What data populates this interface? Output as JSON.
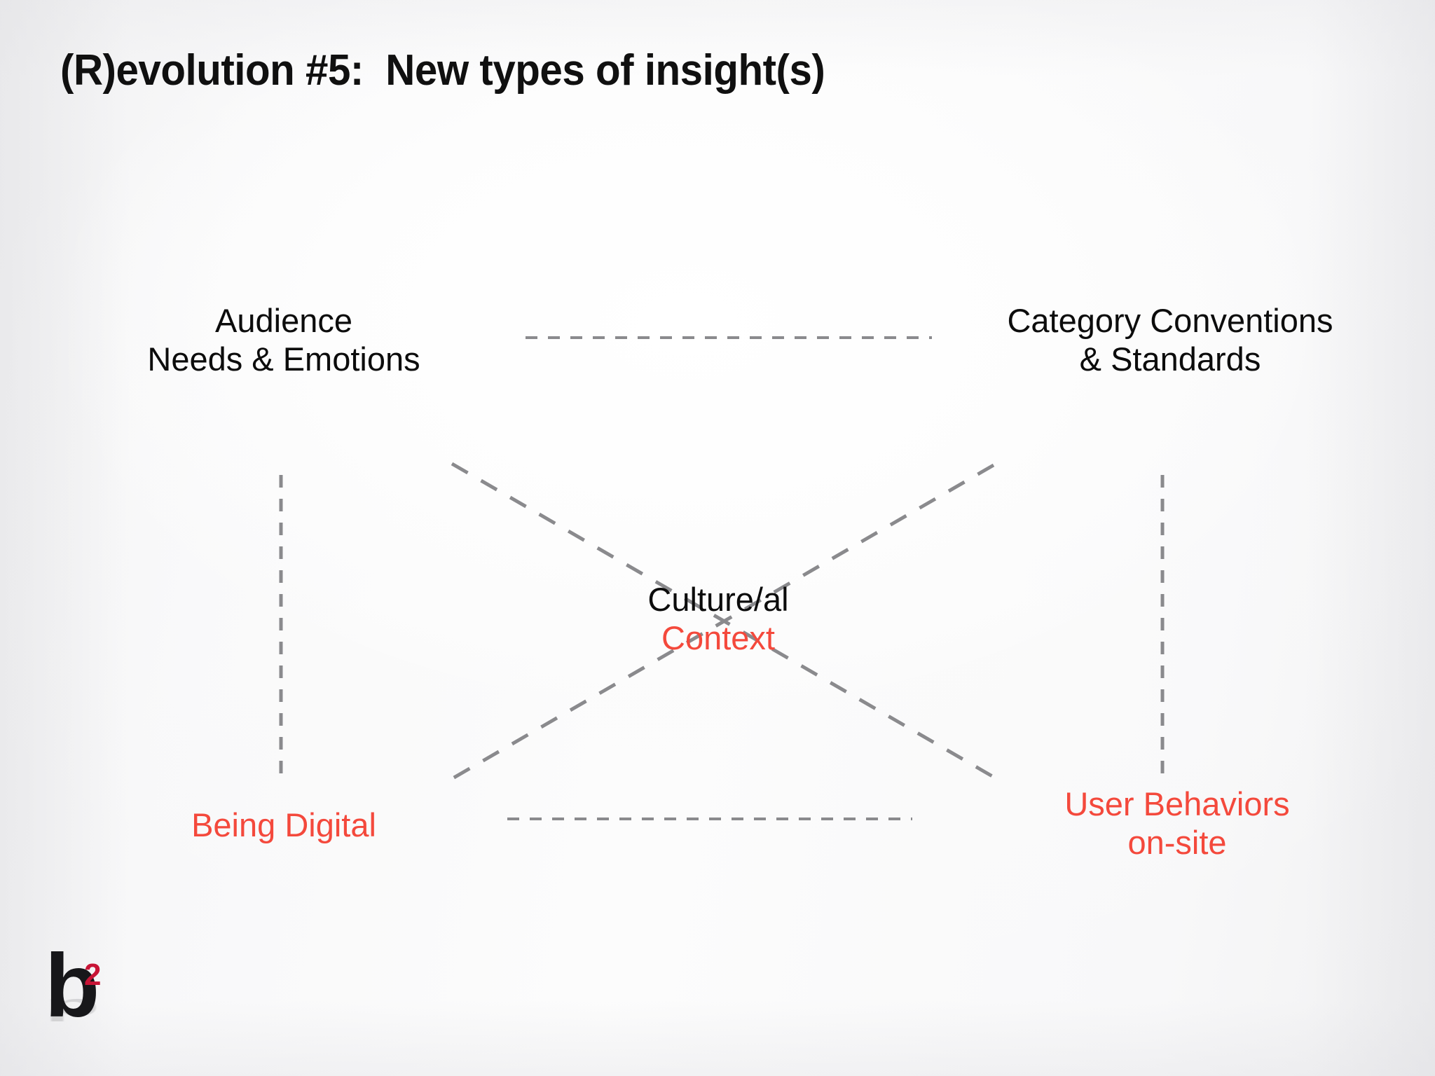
{
  "slide": {
    "title": "(R)evolution #5:  New types of insight(s)",
    "background_color": "#f7f7f8"
  },
  "colors": {
    "text_black": "#0c0c0c",
    "accent_red": "#f4493c",
    "dash_gray": "#8a8a8d",
    "logo_black": "#17171a",
    "logo_red": "#c81436"
  },
  "diagram": {
    "type": "four-corner-relationship-map",
    "nodes": [
      {
        "id": "audience",
        "label": "Audience\nNeeds & Emotions",
        "color": "#0c0c0c",
        "position": "top-left"
      },
      {
        "id": "category-conventions",
        "label": "Category Conventions\n& Standards",
        "color": "#0c0c0c",
        "position": "top-right"
      },
      {
        "id": "being-digital",
        "label": "Being Digital",
        "color": "#f4493c",
        "position": "bottom-left"
      },
      {
        "id": "user-behaviors",
        "label": "User Behaviors\non-site",
        "color": "#f4493c",
        "position": "bottom-right"
      }
    ],
    "center": {
      "line1": "Culture/al",
      "line1_color": "#0c0c0c",
      "line2": "Context",
      "line2_color": "#f4493c"
    },
    "connectors": [
      {
        "id": "top-horizontal",
        "style": "dashed",
        "color": "#8a8a8d"
      },
      {
        "id": "bottom-horizontal",
        "style": "dashed",
        "color": "#8a8a8d"
      },
      {
        "id": "left-vertical",
        "style": "dashed",
        "color": "#8a8a8d"
      },
      {
        "id": "right-vertical",
        "style": "dashed",
        "color": "#8a8a8d"
      },
      {
        "id": "diagonal-tl-br",
        "style": "dashed",
        "color": "#8a8a8d"
      },
      {
        "id": "diagonal-tr-bl",
        "style": "dashed",
        "color": "#8a8a8d"
      }
    ]
  },
  "logo": {
    "mark": "b",
    "superscript": "2"
  }
}
